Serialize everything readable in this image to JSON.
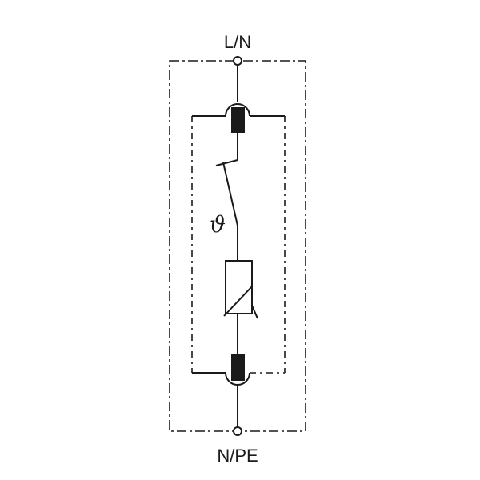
{
  "labels": {
    "top_terminal": "L/N",
    "bottom_terminal": "N/PE",
    "thermal_symbol": "ϑ"
  },
  "colors": {
    "line": "#1a1a1a",
    "background": "#ffffff"
  }
}
